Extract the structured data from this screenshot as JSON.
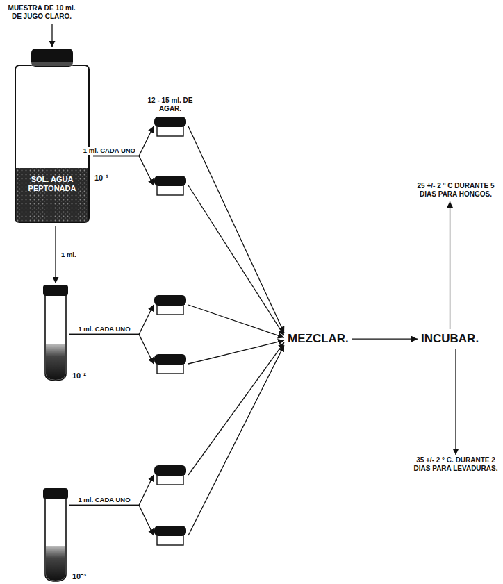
{
  "diagram": {
    "nodes": [
      {
        "text": [
          "MUESTRA DE 10 ml. DE JUGO CLARO."
        ]
      },
      {
        "text": [
          "SOL. AGUA PEPTONADA",
          "10⁻¹"
        ]
      },
      {
        "text": [
          "12 - 15 ml. DE AGAR."
        ]
      },
      {
        "text": []
      },
      {
        "text": [
          "10⁻²"
        ]
      },
      {
        "text": []
      },
      {
        "text": []
      },
      {
        "text": [
          "10⁻³"
        ]
      },
      {
        "text": []
      },
      {
        "text": []
      },
      {
        "text": [
          "MEZCLAR."
        ]
      },
      {
        "text": [
          "INCUBAR."
        ]
      },
      {
        "text": [
          "25 +/- 2 ° C DURANTE 5 DIAS PARA HONGOS."
        ]
      },
      {
        "text": [
          "35 +/- 2 ° C. DURANTE 2 DIAS PARA LEVADURAS."
        ]
      }
    ],
    "edges": [
      {
        "from": 0,
        "to": 1,
        "arrow": "to"
      },
      {
        "from": 1,
        "to": 2,
        "arrow": "to",
        "label": "1 ml. CADA UNO"
      },
      {
        "from": 1,
        "to": 3,
        "arrow": "to"
      },
      {
        "from": 1,
        "to": 4,
        "arrow": "to",
        "label": "1 ml."
      },
      {
        "from": 4,
        "to": 5,
        "arrow": "to",
        "label": "1 ml. CADA UNO"
      },
      {
        "from": 4,
        "to": 6,
        "arrow": "to"
      },
      {
        "from": 7,
        "to": 8,
        "arrow": "to",
        "label": "1 ml. CADA UNO"
      },
      {
        "from": 7,
        "to": 9,
        "arrow": "to"
      },
      {
        "from": 2,
        "to": 10,
        "arrow": "to"
      },
      {
        "from": 3,
        "to": 10,
        "arrow": "to"
      },
      {
        "from": 5,
        "to": 10,
        "arrow": "to"
      },
      {
        "from": 6,
        "to": 10,
        "arrow": "to"
      },
      {
        "from": 8,
        "to": 10,
        "arrow": "to"
      },
      {
        "from": 9,
        "to": 10,
        "arrow": "to"
      },
      {
        "from": 10,
        "to": 11,
        "arrow": "to"
      },
      {
        "from": 11,
        "to": 12,
        "arrow": "to"
      },
      {
        "from": 11,
        "to": 13,
        "arrow": "to"
      }
    ]
  }
}
